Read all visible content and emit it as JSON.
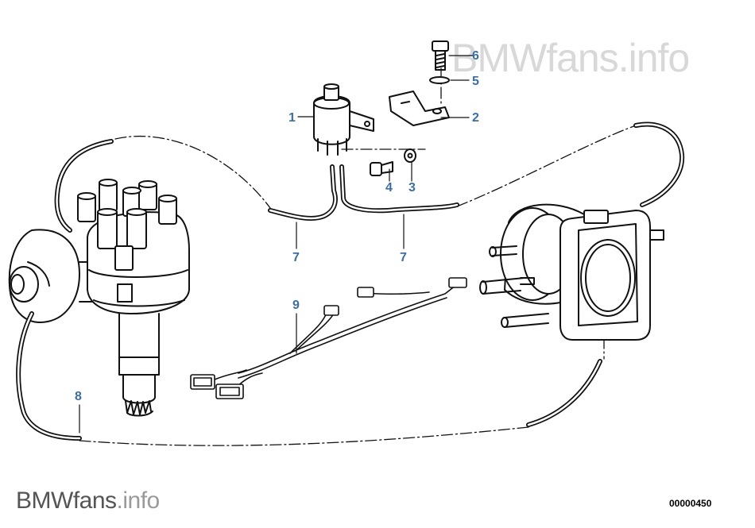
{
  "watermark": {
    "brand": "BMWfans",
    "suffix": ".info"
  },
  "footer": {
    "brand": "BMWfans",
    "suffix": ".info",
    "drawing_code": "00000450"
  },
  "callouts": {
    "c1": "1",
    "c2": "2",
    "c3": "3",
    "c4": "4",
    "c5": "5",
    "c6": "6",
    "c7a": "7",
    "c7b": "7",
    "c8": "8",
    "c9": "9"
  },
  "colors": {
    "callout": "#3a6eab",
    "line_art": "#111111",
    "watermark": "#d8d8d8"
  }
}
